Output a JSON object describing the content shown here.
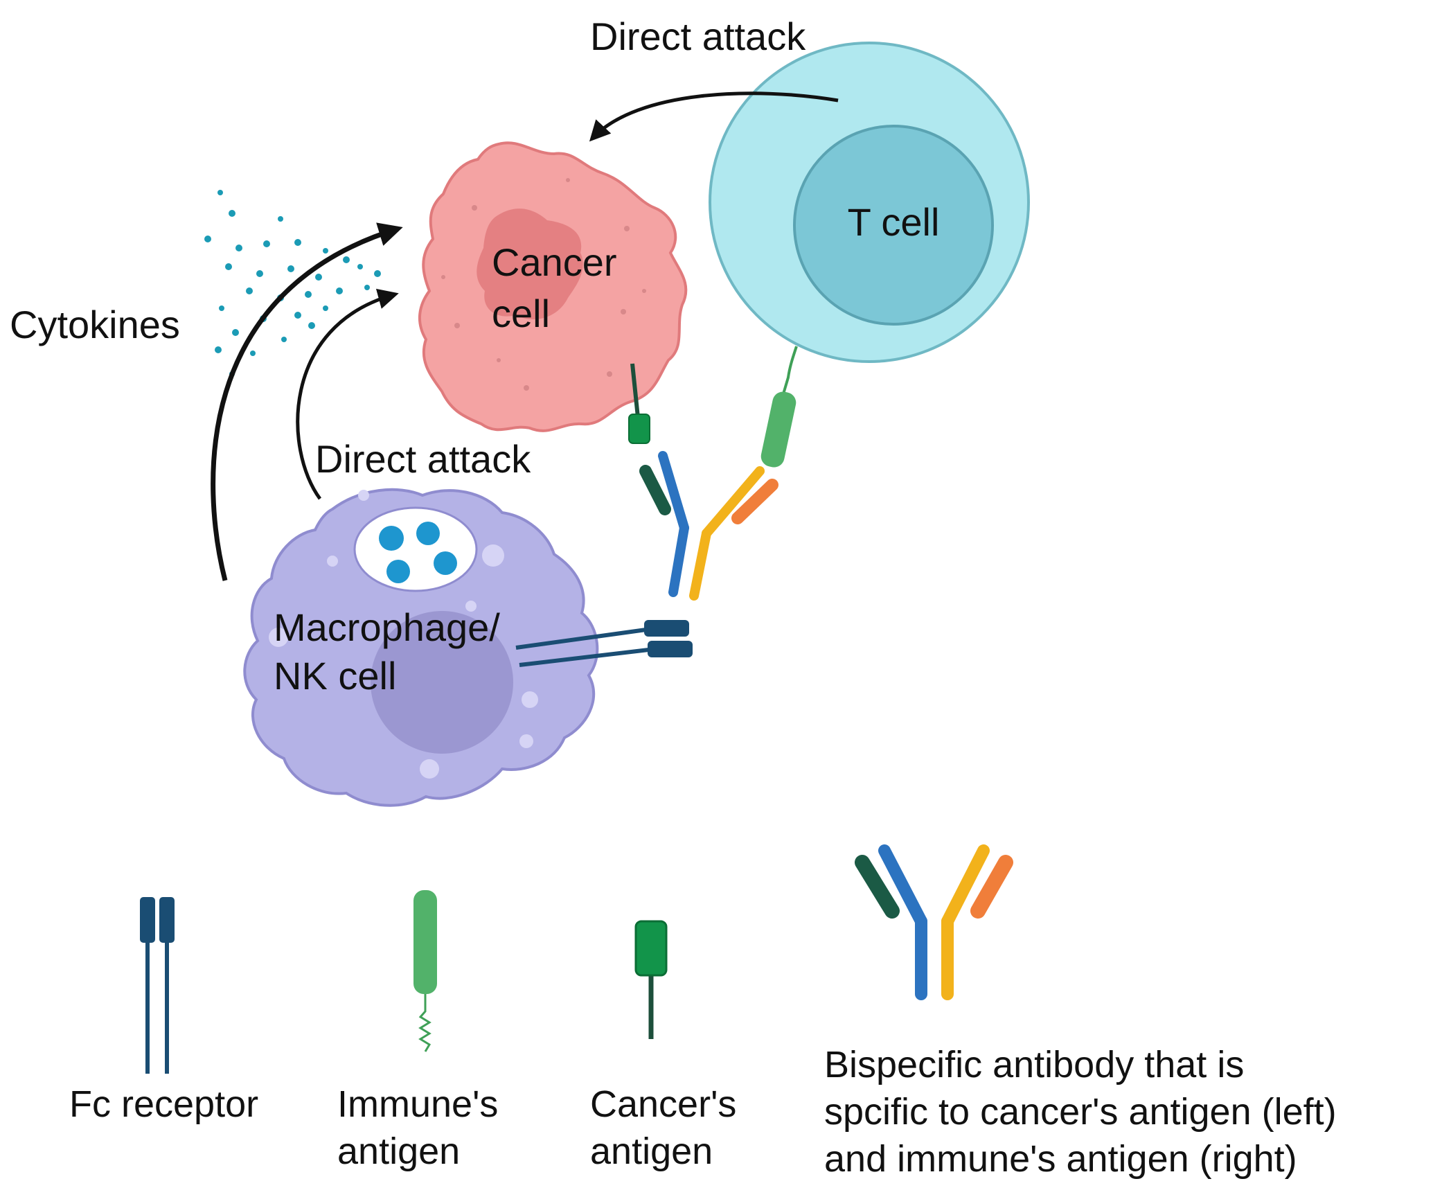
{
  "labels": {
    "direct_attack_top": "Direct attack",
    "direct_attack_bottom": "Direct attack",
    "cytokines": "Cytokines",
    "cancer_cell": [
      "Cancer",
      "cell"
    ],
    "t_cell": "T cell",
    "macrophage": [
      "Macrophage/",
      "NK cell"
    ]
  },
  "legend": {
    "fc_receptor": [
      "Fc receptor"
    ],
    "immune_antigen": [
      "Immune's",
      "antigen"
    ],
    "cancer_antigen": [
      "Cancer's",
      "antigen"
    ],
    "bispecific_antibody": [
      "Bispecific antibody that is",
      "spcific to cancer's antigen (left)",
      "and immune's antigen (right)"
    ]
  },
  "colors": {
    "cancer_cell": "#f4a3a3",
    "cancer_nucleus": "#e07a7c",
    "t_cell_outer": "#b0e8ef",
    "t_cell_inner": "#7cc7d6",
    "macrophage": "#b4b2e6",
    "macrophage_nucleus": "#9692cc",
    "cytokine": "#1b9bb5",
    "fc_receptor": "#1a4d73",
    "immune_antigen": "#52b26a",
    "cancer_antigen": "#12944a",
    "antibody_left_heavy": "#2c73c0",
    "antibody_right_heavy": "#f2b21b",
    "antibody_left_light": "#1b5a45",
    "antibody_right_light": "#f07e3a"
  }
}
